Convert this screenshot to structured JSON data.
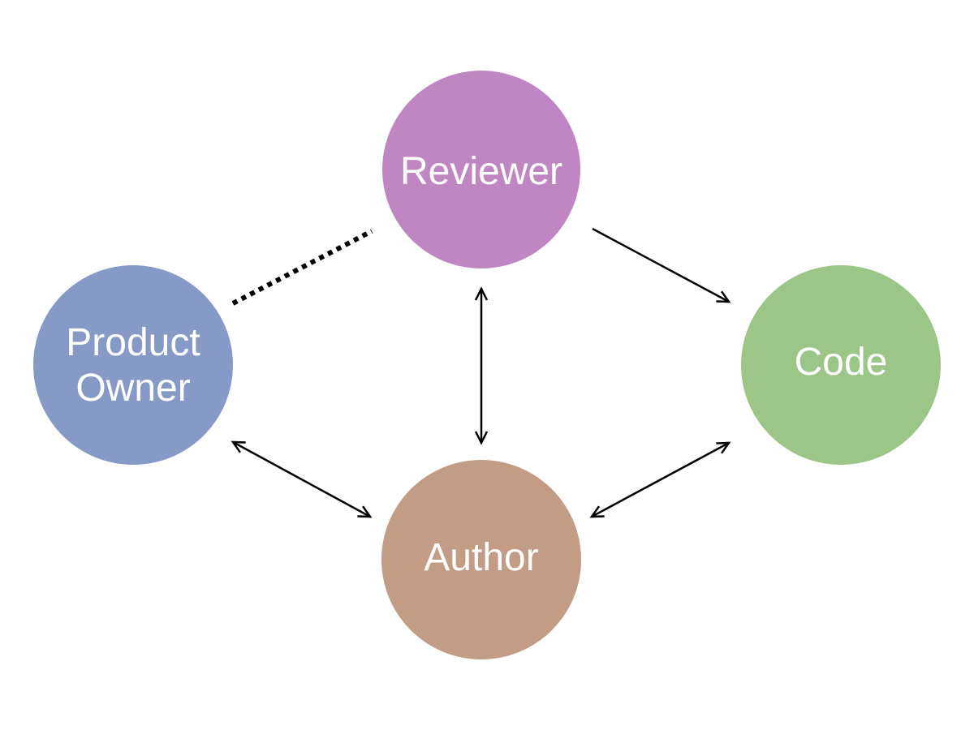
{
  "nodes": {
    "reviewer": {
      "label": "Reviewer",
      "color": "#c086c4"
    },
    "product_owner": {
      "label_line1": "Product",
      "label_line2": "Owner",
      "color": "#8799c6"
    },
    "code": {
      "label": "Code",
      "color": "#9cc688"
    },
    "author": {
      "label": "Author",
      "color": "#c39c86"
    }
  },
  "edges": [
    {
      "from": "reviewer",
      "to": "code",
      "style": "solid",
      "arrows": "end"
    },
    {
      "from": "reviewer",
      "to": "author",
      "style": "solid",
      "arrows": "both"
    },
    {
      "from": "product_owner",
      "to": "author",
      "style": "solid",
      "arrows": "both"
    },
    {
      "from": "author",
      "to": "code",
      "style": "solid",
      "arrows": "both"
    },
    {
      "from": "product_owner",
      "to": "reviewer",
      "style": "dotted",
      "arrows": "none"
    }
  ]
}
